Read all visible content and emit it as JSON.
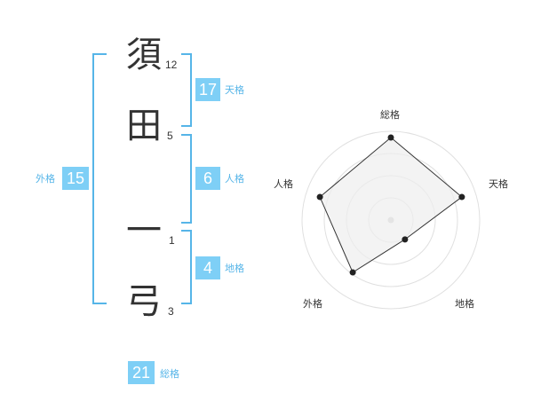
{
  "name": {
    "characters": [
      {
        "char": "須",
        "strokes": "12"
      },
      {
        "char": "田",
        "strokes": "5"
      },
      {
        "char": "一",
        "strokes": "1"
      },
      {
        "char": "弓",
        "strokes": "3"
      }
    ]
  },
  "fortunes": {
    "tenkaku": {
      "value": "17",
      "label": "天格"
    },
    "jinkaku": {
      "value": "6",
      "label": "人格"
    },
    "chikaku": {
      "value": "4",
      "label": "地格"
    },
    "gaikaku": {
      "value": "15",
      "label": "外格"
    },
    "soukaku": {
      "value": "21",
      "label": "総格"
    }
  },
  "colors": {
    "accent": "#56b5e8",
    "badge": "#7ecff6",
    "text": "#333333",
    "radar_fill": "#eeeeee",
    "radar_grid": "#e0e0e0"
  },
  "radar": {
    "labels": {
      "top": "総格",
      "right": "天格",
      "bottom_right": "地格",
      "bottom_left": "外格",
      "left": "人格"
    },
    "levels": 4,
    "values": [
      0.93,
      0.84,
      0.27,
      0.73,
      0.84
    ]
  }
}
